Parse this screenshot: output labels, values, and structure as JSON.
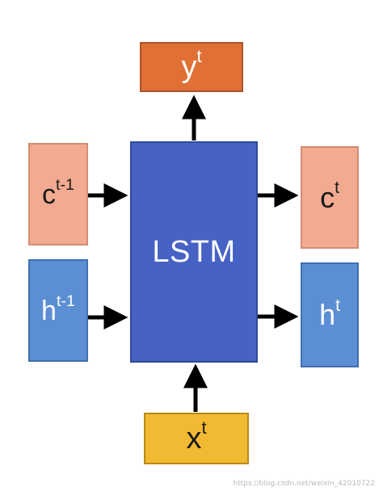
{
  "nodes": {
    "lstm": {
      "label": "LSTM"
    },
    "y": {
      "base": "y",
      "sup": "t"
    },
    "c_prev": {
      "base": "c",
      "sup": "t-1"
    },
    "h_prev": {
      "base": "h",
      "sup": "t-1"
    },
    "c_next": {
      "base": "c",
      "sup": "t"
    },
    "h_next": {
      "base": "h",
      "sup": "t"
    },
    "x": {
      "base": "x",
      "sup": "t"
    }
  },
  "edges": [
    {
      "from": "x",
      "to": "lstm"
    },
    {
      "from": "lstm",
      "to": "y"
    },
    {
      "from": "c_prev",
      "to": "lstm"
    },
    {
      "from": "h_prev",
      "to": "lstm"
    },
    {
      "from": "lstm",
      "to": "c_next"
    },
    {
      "from": "lstm",
      "to": "h_next"
    }
  ],
  "watermark": "https://blog.csdn.net/weixin_42010722",
  "colors": {
    "lstm": "#4662c4",
    "output_orange": "#e07034",
    "cell_salmon": "#f2aa90",
    "hidden_blue": "#5b8ed3",
    "input_yellow": "#f2b932",
    "arrow": "#000000"
  }
}
